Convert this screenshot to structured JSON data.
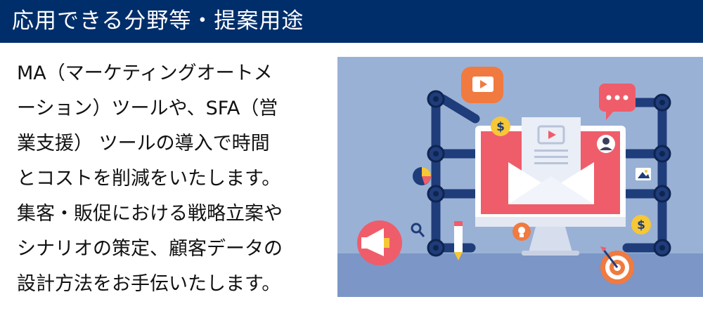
{
  "header": {
    "title": "応用できる分野等・提案用途"
  },
  "body": {
    "lines": [
      "MA（マーケティングオートメ",
      "ーション）ツールや、SFA（営",
      "業支援） ツールの導入で時間",
      "とコストを削減をいたします。",
      "集客・販促における戦略立案や",
      "シナリオの策定、顧客データの",
      "設計方法をお手伝いたします。"
    ]
  },
  "illustration": {
    "colors": {
      "background": "#9ab1d6",
      "floor": "#7b96c7",
      "pipe": "#1f3d7a",
      "screen": "#ef5d6a",
      "monitor": "#ffffff",
      "video_badge": "#f07a3f",
      "chat_badge": "#ef5d6a",
      "coin": "#f6c736",
      "target": "#f07a3f"
    },
    "icons": [
      "monitor-icon",
      "envelope-icon",
      "video-play-icon",
      "chat-bubble-icon",
      "dollar-coin-icon",
      "pie-chart-icon",
      "megaphone-icon",
      "pencil-icon",
      "magnifier-icon",
      "lightbulb-icon",
      "target-icon",
      "user-avatar-icon",
      "image-icon"
    ]
  }
}
